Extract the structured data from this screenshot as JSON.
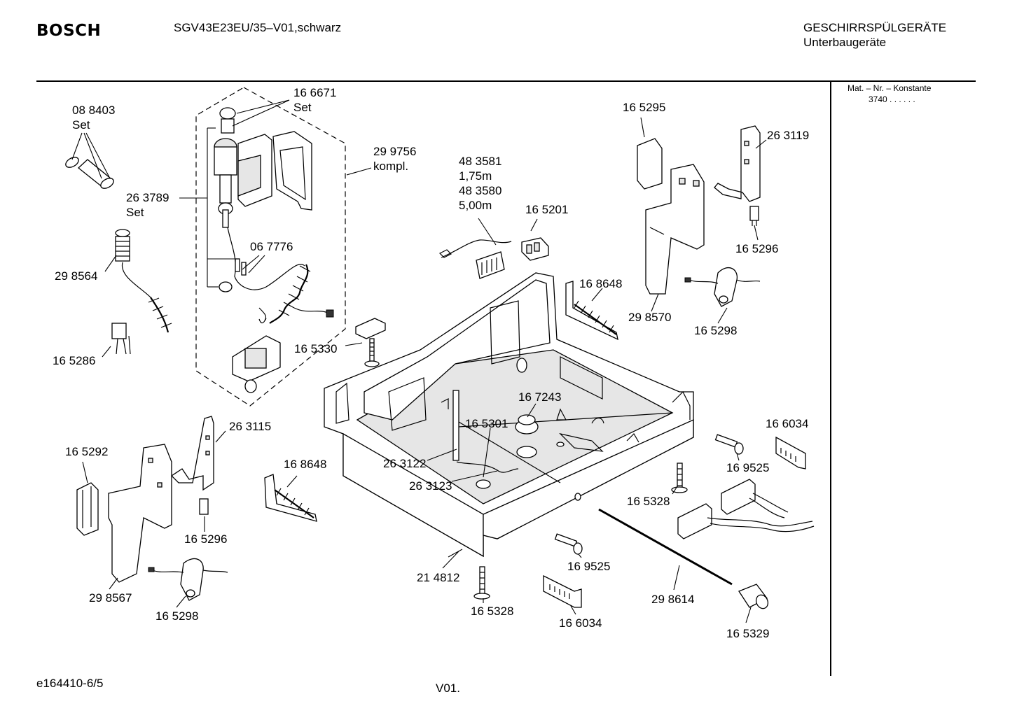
{
  "header": {
    "brand": "BOSCH",
    "model": "SGV43E23EU/35–V01,schwarz",
    "category": "GESCHIRRSPÜLGERÄTE",
    "subcategory": "Unterbaugeräte"
  },
  "sidebar": {
    "mat_label": "Mat. – Nr. – Konstante",
    "mat_value": "3740  .  .  .  .  .  ."
  },
  "footer": {
    "doc_id": "e164410-6/5",
    "version": "V01."
  },
  "labels": {
    "l_088403": "08 8403",
    "l_088403_set": "Set",
    "l_166671": "16 6671",
    "l_166671_set": "Set",
    "l_299756": "29 9756",
    "l_299756_kompl": "kompl.",
    "l_263789": "26 3789",
    "l_263789_set": "Set",
    "l_067776": "06 7776",
    "l_298564": "29 8564",
    "l_165286": "16 5286",
    "l_483581": "48 3581",
    "l_175m": "1,75m",
    "l_483580": "48 3580",
    "l_500m": "5,00m",
    "l_165201": "16 5201",
    "l_165295": "16 5295",
    "l_263119": "26 3119",
    "l_165296_top": "16 5296",
    "l_168648_top": "16 8648",
    "l_298570": "29 8570",
    "l_165298_top": "16 5298",
    "l_165330": "16 5330",
    "l_167243": "16 7243",
    "l_165301": "16 5301",
    "l_263122": "26 3122",
    "l_263123": "26 3123",
    "l_263115": "26 3115",
    "l_165292": "16 5292",
    "l_168648_bot": "16 8648",
    "l_165296_bot": "16 5296",
    "l_298567": "29 8567",
    "l_165298_bot": "16 5298",
    "l_166034_right": "16 6034",
    "l_169525_right": "16 9525",
    "l_165328_right": "16 5328",
    "l_214812": "21 4812",
    "l_165328_bot": "16 5328",
    "l_169525_bot": "16 9525",
    "l_166034_bot": "16 6034",
    "l_298614": "29 8614",
    "l_165329": "16 5329"
  }
}
